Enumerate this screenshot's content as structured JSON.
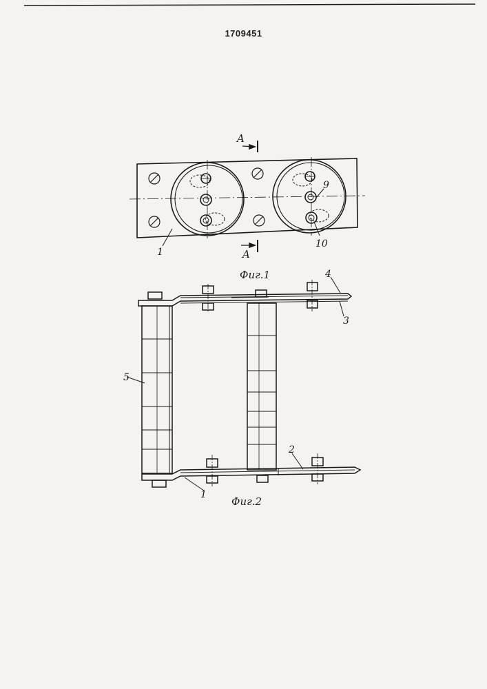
{
  "document": {
    "patent_number": "1709451"
  },
  "figure1": {
    "caption": "Фиг.1",
    "section_label_top": "A",
    "section_label_bottom": "A",
    "labels": {
      "plate": "1",
      "pin": "9",
      "hole": "10"
    }
  },
  "figure2": {
    "caption": "Фиг.2",
    "labels": {
      "roller": "5",
      "link_inner": "1",
      "link_outer": "2",
      "plate_a": "3",
      "plate_b": "4"
    }
  },
  "colors": {
    "paper": "#f4f3ef",
    "ink": "#1a1a1a"
  }
}
